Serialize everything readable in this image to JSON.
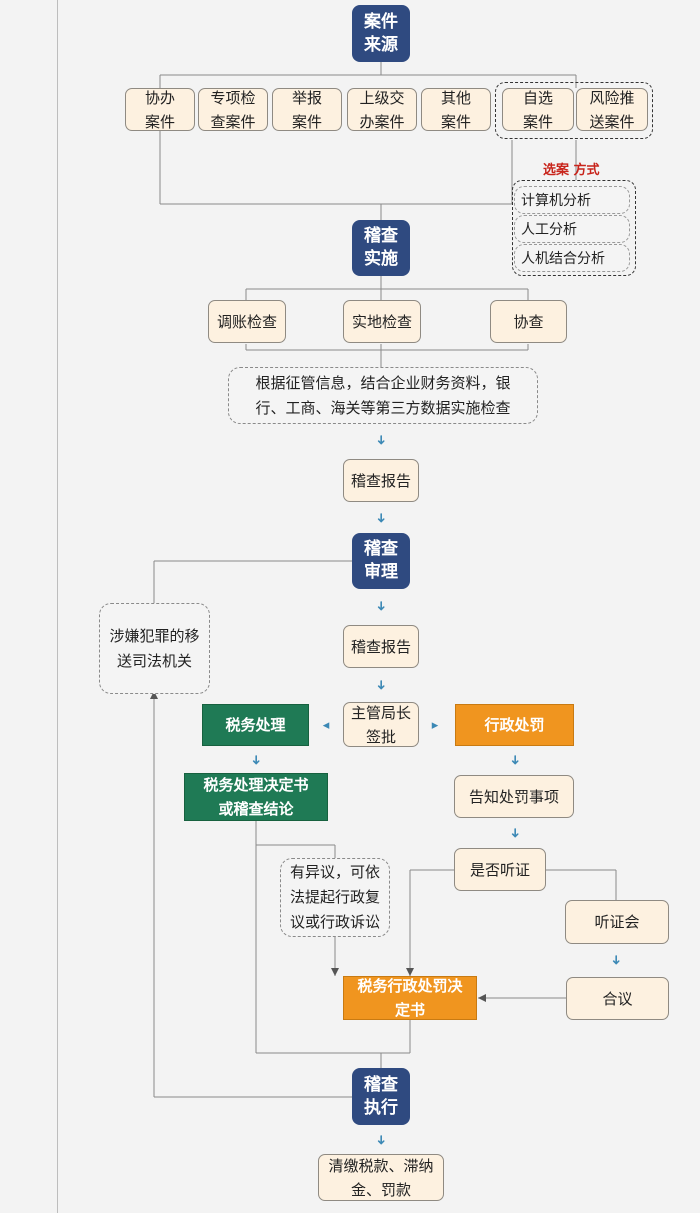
{
  "nodes": {
    "case_source": "案件\n来源",
    "xieban": "协办\n案件",
    "zhuanxiang": "专项检\n查案件",
    "jubao": "举报\n案件",
    "shangji": "上级交\n办案件",
    "qita": "其他\n案件",
    "zixuan": "自选\n案件",
    "fengxian": "风险推\n送案件",
    "inspect_impl": "稽查\n实施",
    "tiaozhang": "调账检查",
    "shidi": "实地检查",
    "xiecha": "协查",
    "basis": "根据征管信息，结合企业财务资料，银\n行、工商、海关等第三方数据实施检查",
    "report1": "稽查报告",
    "review": "稽查\n审理",
    "report2": "稽查报告",
    "approve": "主管局长\n签批",
    "tax_handle": "税务处理",
    "admin_penalty": "行政处罚",
    "crime_transfer": "涉嫌犯罪的移\n送司法机关",
    "tax_decision": "税务处理决定书\n或稽查结论",
    "notify": "告知处罚事项",
    "hearing_q": "是否听证",
    "objection": "有异议，可依\n法提起行政复\n议或行政诉讼",
    "hearing": "听证会",
    "collegial": "合议",
    "penalty_decision": "税务行政处罚决\n定书",
    "execute": "稽查\n执行",
    "payment": "清缴税款、滞纳\n金、罚款"
  },
  "selection": {
    "title": "选案 方式",
    "methods": [
      "计算机分析",
      "人工分析",
      "人机结合分析"
    ]
  },
  "colors": {
    "navy": "#2f4a80",
    "green": "#1f7a55",
    "orange": "#f0951f",
    "cream": "#fdf1e0",
    "arrow": "#3b88b5",
    "label_red": "#c8241b"
  }
}
